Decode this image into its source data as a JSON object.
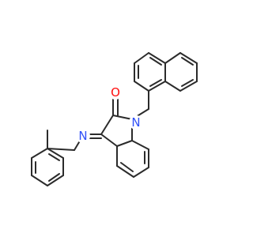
{
  "atom_labels": {
    "oxygen": "O",
    "nitrogen_ring": "N",
    "nitrogen_imine": "N"
  },
  "colors": {
    "bond": "#2b2b2b",
    "oxygen": "#ff0d0d",
    "nitrogen": "#3050f8",
    "background": "#ffffff"
  }
}
